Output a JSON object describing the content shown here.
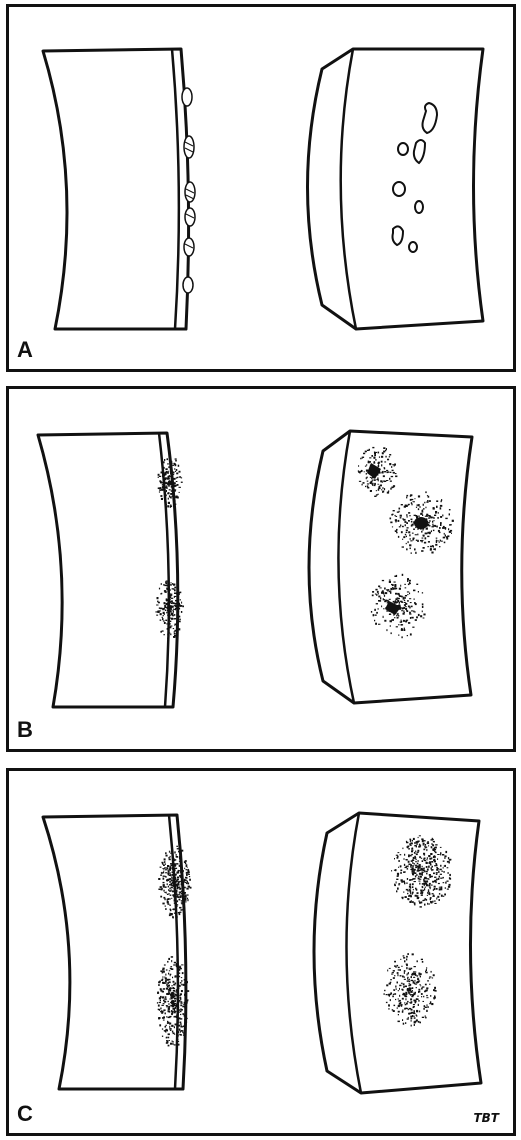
{
  "panels": [
    {
      "label": "A",
      "focus": "surface-plaques"
    },
    {
      "label": "B",
      "focus": "stippled-lesions-with-dense-centers"
    },
    {
      "label": "C",
      "focus": "diffuse-stippled-lesions"
    }
  ],
  "signature": "TBT",
  "colors": {
    "ink": "#111111",
    "paper": "#ffffff"
  }
}
